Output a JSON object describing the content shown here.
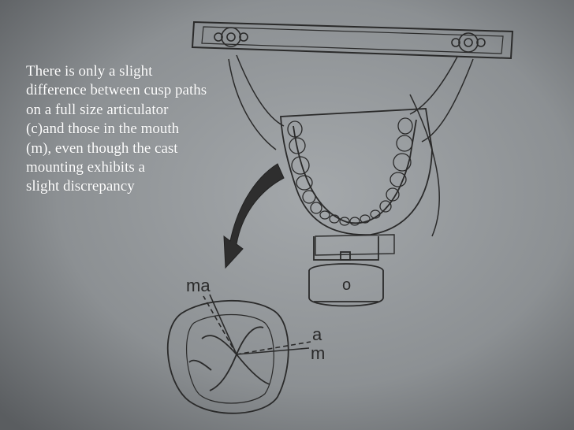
{
  "caption": {
    "lines": [
      "There is only a slight",
      "difference between cusp paths",
      "on a full size articulator",
      "(c)and those in the mouth",
      "(m), even though the cast",
      "mounting exhibits a",
      "slight discrepancy"
    ]
  },
  "diagram": {
    "label_top": "ma",
    "label_right_a": "a",
    "label_right_m": "m",
    "label_base": "o"
  },
  "colors": {
    "paper": "#5f6265",
    "ink": "#2a2a2a",
    "caption_text": "#ffffff"
  }
}
